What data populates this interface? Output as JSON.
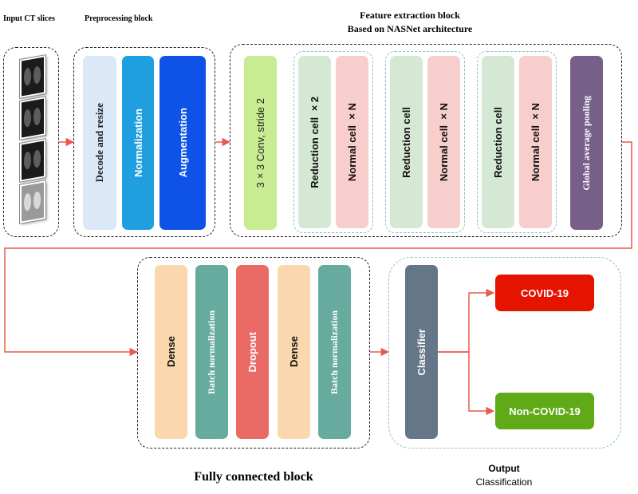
{
  "headers": {
    "input": "Input CT slices",
    "preprocessing": "Preprocessing block",
    "feature_line1": "Feature extraction block",
    "feature_line2": "Based on NASNet architecture",
    "fully_connected": "Fully connected block",
    "output_title": "Output",
    "output_sub": "Classification"
  },
  "preprocessing": {
    "decode": "Decode and resize",
    "normalization": "Normalization",
    "augmentation": "Augmentation"
  },
  "feature": {
    "conv": "3×3  Conv,  stride 2",
    "cells": [
      {
        "reduction": "Reduction cell  ×2",
        "normal": "Normal cell  ×N"
      },
      {
        "reduction": "Reduction cell",
        "normal": "Normal cell  ×N"
      },
      {
        "reduction": "Reduction cell",
        "normal": "Normal cell  ×N"
      }
    ],
    "pooling": "Global average pooling"
  },
  "fc": {
    "layers": [
      "Dense",
      "Batch normalization",
      "Dropout",
      "Dense",
      "Batch normalization"
    ]
  },
  "classifier": "Classifier",
  "outputs": [
    "COVID-19",
    "Non-COVID-19"
  ],
  "colors": {
    "decode": "#dbe8f8",
    "normalization": "#1f9fe0",
    "augmentation": "#0e52e8",
    "conv": "#c8ec92",
    "reduction": "#d5e8d4",
    "normal": "#f8cecc",
    "pooling": "#76608a",
    "dense": "#fad7ac",
    "batchnorm": "#67ab9f",
    "dropout": "#ea6b66",
    "classifier": "#647687",
    "covid": "#e51400",
    "noncovid": "#60a917",
    "arrow": "#e85a4f"
  }
}
